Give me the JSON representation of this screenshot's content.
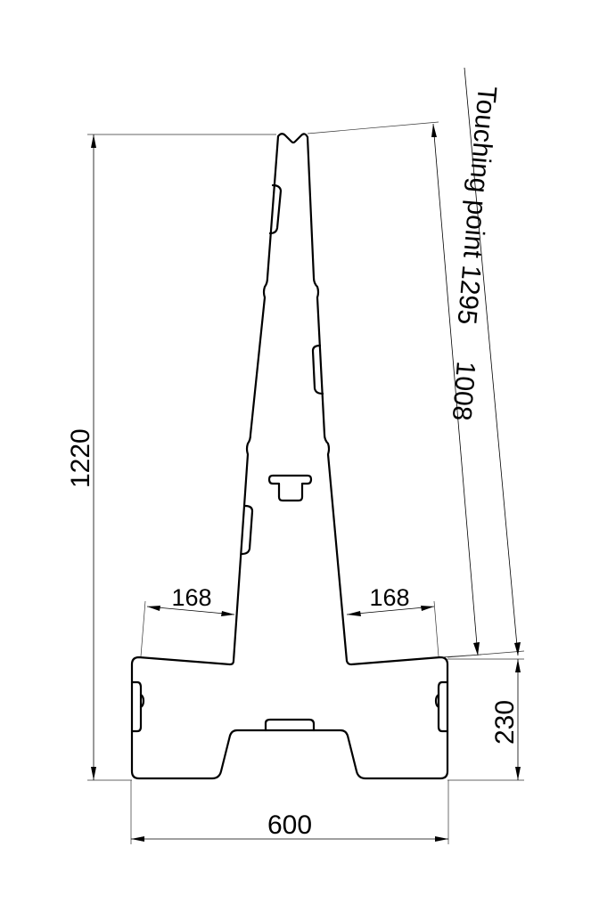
{
  "drawing": {
    "title": "Stand / trestle technical drawing",
    "stroke_color": "#000000",
    "background": "#ffffff",
    "dimensions": {
      "height_total": "1220",
      "leg_length": "1008",
      "touching_point": "Touching point 1295",
      "base_width": "600",
      "base_height": "230",
      "left_foot_offset": "168",
      "right_foot_offset": "168"
    }
  }
}
